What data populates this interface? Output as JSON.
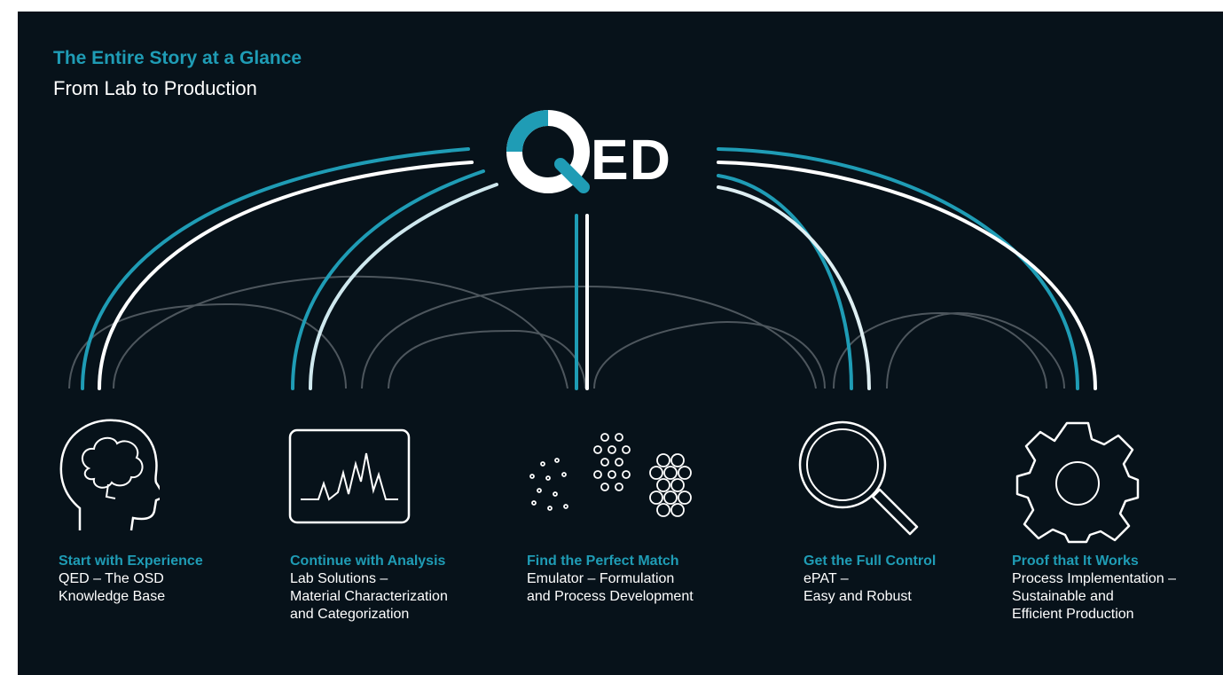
{
  "header": {
    "title": "The Entire Story at a Glance",
    "subtitle": "From Lab to Production"
  },
  "logo": {
    "letters": "ED",
    "q_glyph": "Q",
    "accent_color": "#1f9cb5"
  },
  "colors": {
    "background": "#07121a",
    "accent": "#1f9cb5",
    "text": "#ffffff"
  },
  "steps": [
    {
      "icon": "head-brain-icon",
      "title": "Start with Experience",
      "lines": [
        "QED – The OSD",
        "Knowledge Base"
      ]
    },
    {
      "icon": "chart-monitor-icon",
      "title": "Continue with Analysis",
      "lines": [
        "Lab Solutions –",
        "Material Characterization",
        "and Categorization"
      ]
    },
    {
      "icon": "particles-icon",
      "title": "Find the Perfect Match",
      "lines": [
        "Emulator – Formulation",
        "and Process Development"
      ]
    },
    {
      "icon": "magnifier-icon",
      "title": "Get the Full Control",
      "lines": [
        "ePAT –",
        "Easy and Robust"
      ]
    },
    {
      "icon": "gear-icon",
      "title": "Proof that It Works",
      "lines": [
        "Process Implementation –",
        "Sustainable and",
        "Efficient Production"
      ]
    }
  ]
}
